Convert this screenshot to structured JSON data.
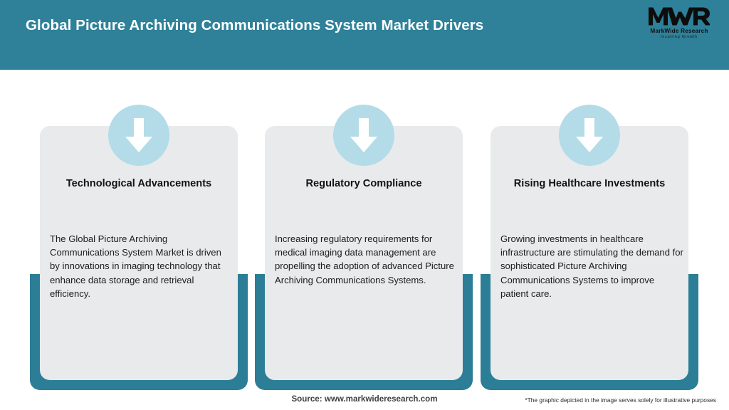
{
  "header": {
    "title": "Global Picture Archiving Communications System Market Drivers",
    "band_color": "#2e8199",
    "logo": {
      "mark": "MWR",
      "name": "MarkWide Research",
      "tagline": "Inspiring Growth"
    }
  },
  "theme": {
    "accent_teal": "#2e8199",
    "bracket_teal": "#2b7e96",
    "circle_blue": "#b3dce8",
    "panel_gray": "#e8eaeb",
    "page_bg": "#ffffff"
  },
  "cards": [
    {
      "icon": "arrow-down-icon",
      "heading": "Technological Advancements",
      "body": "The Global Picture Archiving Communications System Market is driven by innovations in imaging technology that enhance data storage and retrieval efficiency."
    },
    {
      "icon": "arrow-down-icon",
      "heading": "Regulatory Compliance",
      "body": "Increasing regulatory requirements for medical imaging data management are propelling the adoption of advanced Picture Archiving Communications Systems."
    },
    {
      "icon": "arrow-down-icon",
      "heading": "Rising Healthcare Investments",
      "body": "Growing investments in healthcare infrastructure are stimulating the demand for sophisticated Picture Archiving Communications Systems to improve patient care."
    }
  ],
  "footer": {
    "source": "Source: www.markwideresearch.com",
    "disclaimer": "*The graphic depicted in the image serves solely for illustrative purposes"
  }
}
